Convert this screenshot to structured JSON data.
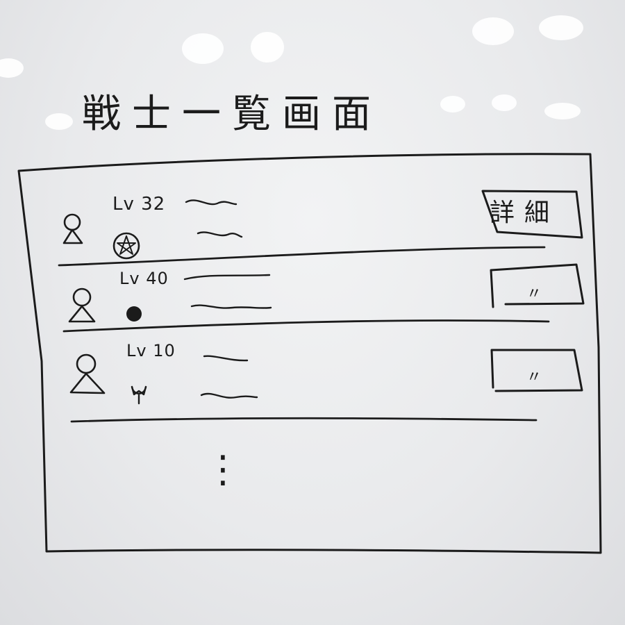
{
  "title": "戦士一覧画面",
  "detail_button_label": "詳細",
  "ditto_mark": "〃",
  "warriors": [
    {
      "level": "Lv 32",
      "icon": "pentagram-medal-icon",
      "button": "詳細"
    },
    {
      "level": "Lv 40",
      "icon": "filled-circle-icon",
      "button": "〃"
    },
    {
      "level": "Lv 10",
      "icon": "tulip-icon",
      "button": "〃"
    }
  ],
  "more_indicator": "⋮",
  "colors": {
    "ink": "#1b1b1b",
    "board": "#e9eaec"
  }
}
